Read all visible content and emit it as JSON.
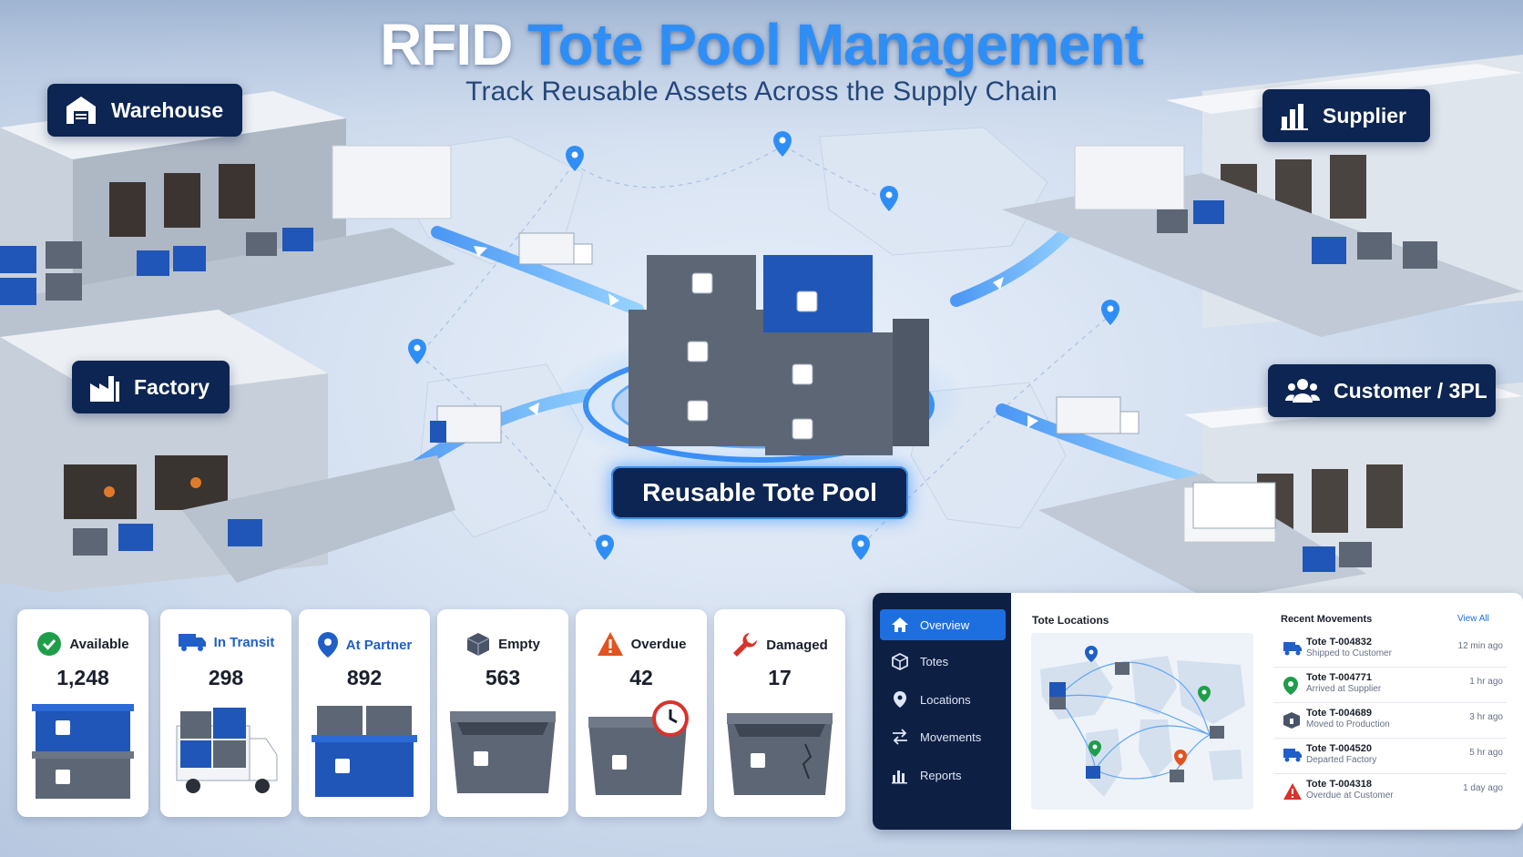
{
  "header": {
    "title_part1": "RFID",
    "title_part2": "Tote Pool Management",
    "subtitle": "Track Reusable Assets Across the Supply Chain"
  },
  "locations": {
    "warehouse": "Warehouse",
    "supplier": "Supplier",
    "factory": "Factory",
    "customer": "Customer / 3PL",
    "pool": "Reusable Tote Pool"
  },
  "stats": [
    {
      "label": "Available",
      "value": "1,248",
      "icon": "check-circle-icon",
      "color": "#1e9e4a"
    },
    {
      "label": "In Transit",
      "value": "298",
      "icon": "truck-icon",
      "color": "#1f5fc7"
    },
    {
      "label": "At Partner",
      "value": "892",
      "icon": "map-pin-icon",
      "color": "#1f5fc7"
    },
    {
      "label": "Empty",
      "value": "563",
      "icon": "box-icon",
      "color": "#4a5468"
    },
    {
      "label": "Overdue",
      "value": "42",
      "icon": "warning-icon",
      "color": "#e2531f"
    },
    {
      "label": "Damaged",
      "value": "17",
      "icon": "wrench-icon",
      "color": "#d7332b"
    }
  ],
  "dashboard": {
    "nav": [
      {
        "label": "Overview",
        "icon": "home-icon",
        "active": true
      },
      {
        "label": "Totes",
        "icon": "box-icon",
        "active": false
      },
      {
        "label": "Locations",
        "icon": "map-pin-icon",
        "active": false
      },
      {
        "label": "Movements",
        "icon": "arrows-icon",
        "active": false
      },
      {
        "label": "Reports",
        "icon": "bar-chart-icon",
        "active": false
      }
    ],
    "map_title": "Tote Locations",
    "movements_title": "Recent Movements",
    "view_all": "View All",
    "movements": [
      {
        "id": "Tote T-004832",
        "status": "Shipped to Customer",
        "time": "12 min ago",
        "icon": "truck-icon",
        "color": "#1f5fc7"
      },
      {
        "id": "Tote T-004771",
        "status": "Arrived at Supplier",
        "time": "1 hr ago",
        "icon": "map-pin-icon",
        "color": "#1e9e4a"
      },
      {
        "id": "Tote T-004689",
        "status": "Moved to Production",
        "time": "3 hr ago",
        "icon": "box-icon",
        "color": "#4a5468"
      },
      {
        "id": "Tote T-004520",
        "status": "Departed Factory",
        "time": "5 hr ago",
        "icon": "truck-icon",
        "color": "#1f5fc7"
      },
      {
        "id": "Tote T-004318",
        "status": "Overdue at Customer",
        "time": "1 day ago",
        "icon": "warning-icon",
        "color": "#d7332b"
      }
    ]
  },
  "colors": {
    "navy": "#0d2552",
    "accent": "#2f8ef5",
    "tote_blue": "#1f56b8",
    "tote_gray": "#5d6675"
  }
}
